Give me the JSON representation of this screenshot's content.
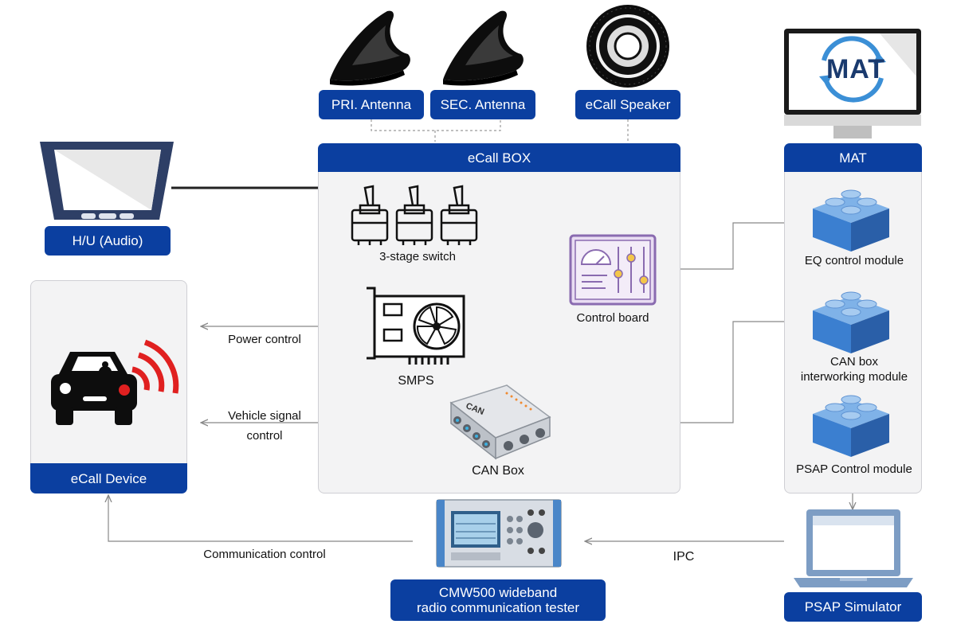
{
  "boxes": {
    "pri_antenna": "PRI. Antenna",
    "sec_antenna": "SEC. Antenna",
    "ecall_speaker": "eCall Speaker",
    "ecall_box": "eCall BOX",
    "mat": "MAT",
    "hu_audio": "H/U (Audio)",
    "ecall_device": "eCall Device",
    "cmw500": "CMW500 wideband\nradio communication tester",
    "psap_simulator": "PSAP Simulator"
  },
  "components": {
    "switch": "3-stage switch",
    "control_board": "Control board",
    "smps": "SMPS",
    "can_box": "CAN Box"
  },
  "mat_modules": {
    "eq": "EQ control module",
    "canbox": "CAN box\ninterworking module",
    "psap": "PSAP Control module"
  },
  "mat_logo": "MAT",
  "can_logo": "CAN",
  "connections": {
    "power_control": "Power control",
    "vehicle_signal": "Vehicle signal\ncontrol",
    "communication_control": "Communication control",
    "ipc": "IPC"
  },
  "colors": {
    "primary_blue": "#0b3fa0",
    "module_blue": "#3b7fd0",
    "board_purple": "#8a6bb0",
    "alert_red": "#e02020"
  }
}
